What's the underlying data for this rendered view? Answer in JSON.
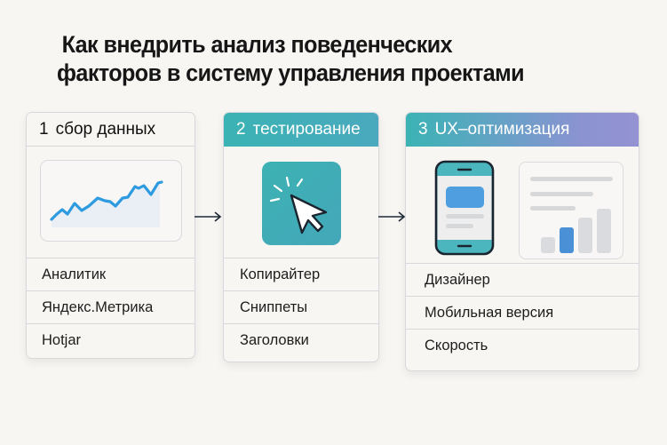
{
  "title": {
    "line1": "Как внедрить анализ поведенческих",
    "line2": "факторов в систему управления проектами"
  },
  "steps": [
    {
      "number": "1",
      "label": "сбор данных",
      "visual": "line-chart-icon",
      "items": [
        "Аналитик",
        "Яндекс.Метрика",
        "Hotjar"
      ]
    },
    {
      "number": "2",
      "label": "тестирование",
      "visual": "cursor-click-icon",
      "items": [
        "Копирайтер",
        "Сниппеты",
        "Заголовки"
      ]
    },
    {
      "number": "3",
      "label": "UX–оптимизация",
      "visual": "mobile-and-report-icons",
      "items": [
        "Дизайнер",
        "Мобильная версия",
        "Скорость"
      ]
    }
  ],
  "connectors": [
    "arrow-right-icon",
    "arrow-right-icon"
  ],
  "colors": {
    "background": "#f8f6f3",
    "teal": "#3bb3b4",
    "purple": "#9492d2",
    "chart_line": "#2e9be0",
    "chart_fill": "#e9eff5",
    "accent_blue": "#4a9de0",
    "border": "#d6d8dc",
    "text": "#1b1b1b"
  },
  "chart_data": {
    "type": "area",
    "title": "",
    "x": [
      0,
      1,
      2,
      3,
      4,
      5,
      6,
      7,
      8,
      9,
      10,
      11,
      12,
      13,
      14,
      15,
      16,
      17,
      18,
      19,
      20
    ],
    "values": [
      10,
      20,
      30,
      24,
      42,
      32,
      40,
      52,
      46,
      44,
      38,
      48,
      52,
      62,
      72,
      70,
      72,
      58,
      70,
      80,
      78
    ],
    "xlabel": "",
    "ylabel": "",
    "grid": false
  }
}
